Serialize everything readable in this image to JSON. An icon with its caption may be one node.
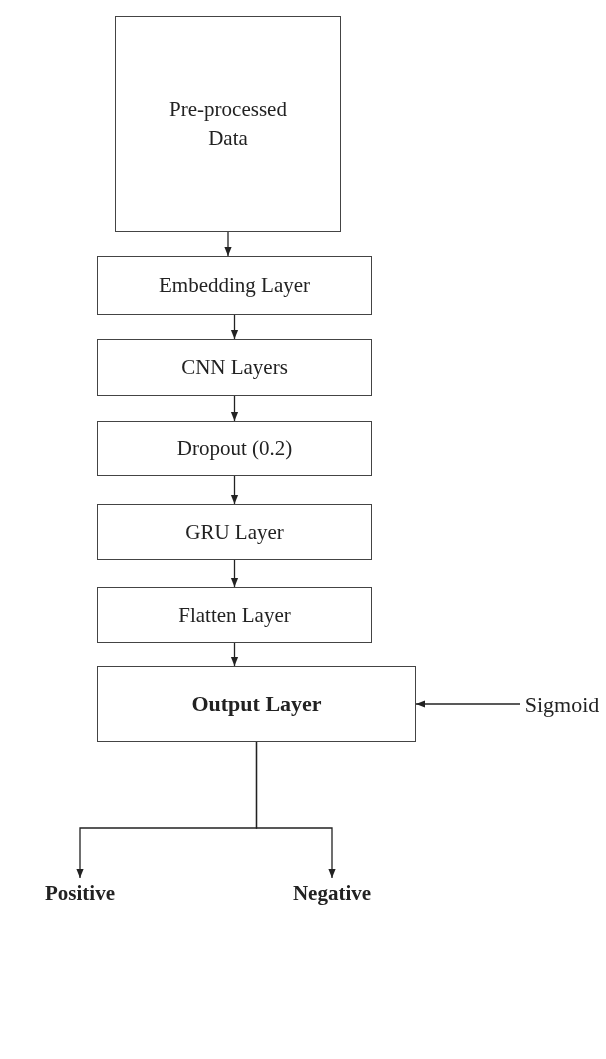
{
  "diagram": {
    "nodes": [
      {
        "text": [
          "Pre-processed Data"
        ]
      },
      {
        "text": [
          "Embedding Layer"
        ]
      },
      {
        "text": [
          "CNN Layers"
        ]
      },
      {
        "text": [
          "Dropout (0.2)"
        ]
      },
      {
        "text": [
          "GRU Layer"
        ]
      },
      {
        "text": [
          "Flatten Layer"
        ]
      },
      {
        "text": [
          "Output Layer"
        ]
      },
      {
        "text": [
          "Sigmoid"
        ]
      },
      {
        "text": [
          "Positive"
        ]
      },
      {
        "text": [
          "Negative"
        ]
      }
    ],
    "edges": [
      {
        "from": 0,
        "to": 1,
        "arrow": "to"
      },
      {
        "from": 1,
        "to": 2,
        "arrow": "to"
      },
      {
        "from": 2,
        "to": 3,
        "arrow": "to"
      },
      {
        "from": 3,
        "to": 4,
        "arrow": "to"
      },
      {
        "from": 4,
        "to": 5,
        "arrow": "to"
      },
      {
        "from": 5,
        "to": 6,
        "arrow": "to"
      },
      {
        "from": 7,
        "to": 6,
        "arrow": "to"
      },
      {
        "from": 6,
        "to": 8,
        "arrow": "to"
      },
      {
        "from": 6,
        "to": 9,
        "arrow": "to"
      }
    ]
  }
}
